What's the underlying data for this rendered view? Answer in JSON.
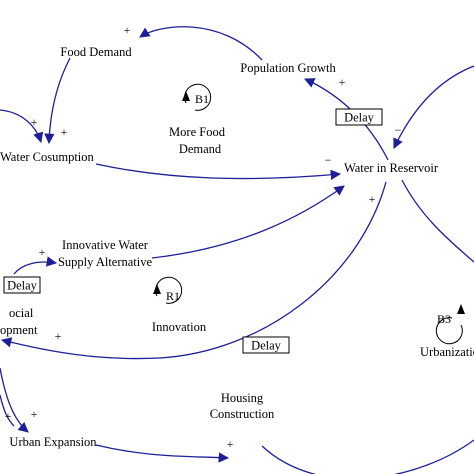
{
  "colors": {
    "link": "#1f1f9a",
    "text": "#000000",
    "background": "#ffffff"
  },
  "nodes": {
    "food_demand": "Food Demand",
    "population_growth": "Population Growth",
    "water_consumption": "Water Cosumption",
    "water_in_reservoir": "Water in Reservoir",
    "innovative_line1": "Innovative Water",
    "innovative_line2": "Supply Alternative",
    "social_line1": "ocial",
    "social_line2": "opment",
    "housing_line1": "Housing",
    "housing_line2": "Construction",
    "urban_expansion": "Urban Expansion",
    "urbanization": "Urbanizatio"
  },
  "loops": {
    "b1": {
      "id": "B1",
      "name_line1": "More Food",
      "name_line2": "Demand"
    },
    "r1": {
      "id": "R1",
      "name": "Innovation"
    },
    "b3": {
      "id": "B3"
    }
  },
  "delays": [
    "Delay",
    "Delay",
    "Delay"
  ],
  "polarities": {
    "food_to_water_consumption": "+",
    "population_to_food": "+",
    "reservoir_to_population": "+",
    "population_to_reservoir": "−",
    "consumption_to_reservoir": "−",
    "left_to_consumption": "+",
    "innovative_to_reservoir": "+",
    "delay_to_innovative": "+",
    "reservoir_to_social": "+",
    "social_to_urban": "+",
    "urban_to_housing": "+",
    "left_edge_to_housing": "+"
  }
}
